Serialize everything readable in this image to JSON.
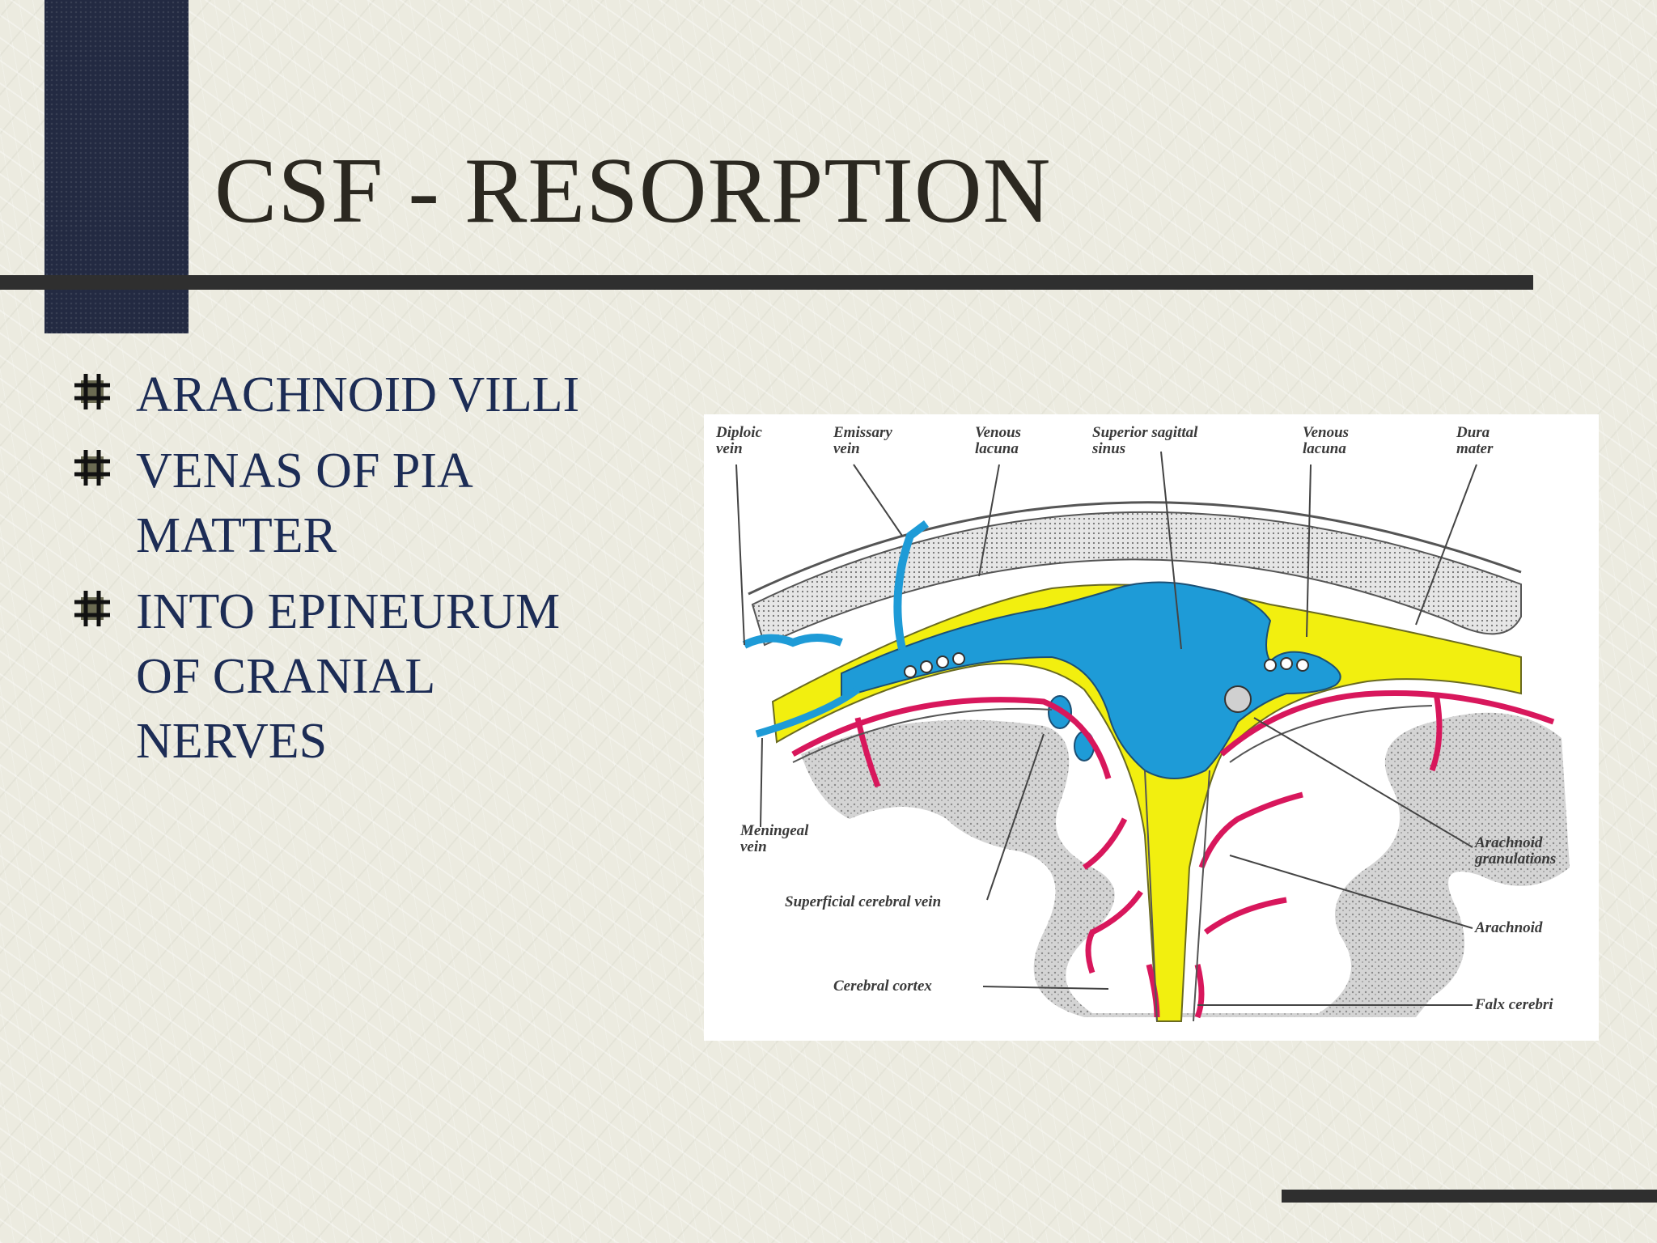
{
  "slide": {
    "title": "CSF - RESORPTION",
    "bullets": [
      "ARACHNOID VILLI",
      "VENAS OF PIA\nMATTER",
      "INTO EPINEURUM\nOF CRANIAL\nNERVES"
    ]
  },
  "figure": {
    "labels": {
      "diploic_vein": "Diploic\nvein",
      "emissary_vein": "Emissary\nvein",
      "venous_lacuna_left": "Venous\nlacuna",
      "superior_sagittal_sinus": "Superior sagittal\nsinus",
      "venous_lacuna_right": "Venous\nlacuna",
      "dura_mater": "Dura\nmater",
      "meningeal_vein": "Meningeal\nvein",
      "superficial_cerebral_vein": "Superficial cerebral vein",
      "cerebral_cortex": "Cerebral cortex",
      "arachnoid_granulations": "Arachnoid\ngranulations",
      "arachnoid": "Arachnoid",
      "falx_cerebri": "Falx cerebri"
    },
    "colors": {
      "csf_blue": "#1e9bd7",
      "dura_yellow": "#f2ef0f",
      "artery_red": "#d8175c",
      "cortex_gray": "#c9c9c9"
    }
  },
  "theme": {
    "accent_block": "#232a42",
    "rule": "#2f2f2f",
    "title_color": "#2b2820",
    "bullet_color": "#1c2c55"
  }
}
